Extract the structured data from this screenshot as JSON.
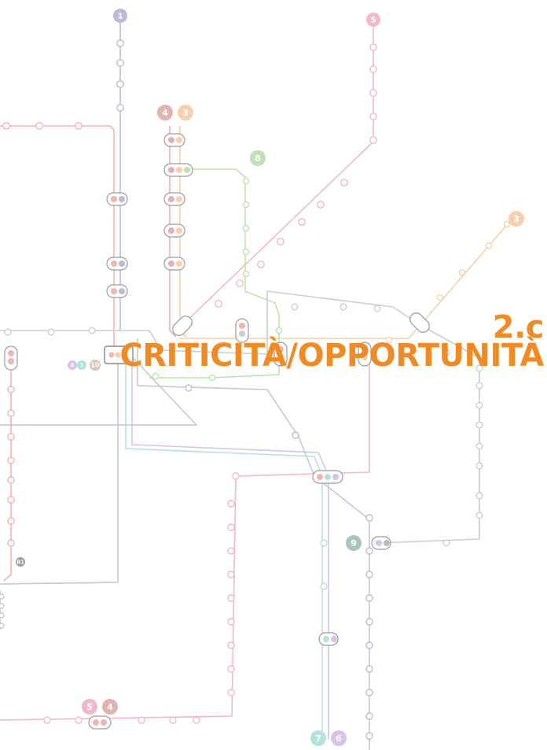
{
  "page": {
    "section_number": "2.c",
    "section_title": "CRITICITÀ/OPPORTUNITÀ"
  },
  "map": {
    "type": "transit-line-diagram",
    "colors": {
      "line1": "#b9bcd6",
      "line2": "#c9cfd0",
      "line3": "#f8cfae",
      "line4": "#e0b2b2",
      "line5": "#f0b8cc",
      "line6": "#d8c3e8",
      "line7": "#b5e2d8",
      "line8": "#bfe0b4",
      "line9": "#a9c6b4",
      "line10": "#d9c7b5",
      "red": "#f2b3b3",
      "grey": "#c8c8c8",
      "accent": "#f08a24"
    },
    "badges": [
      {
        "label": "1",
        "color": "#b9bcd6"
      },
      {
        "label": "5",
        "color": "#f0b8cc"
      },
      {
        "label": "4",
        "color": "#e0b2b2"
      },
      {
        "label": "3",
        "color": "#f8cfae"
      },
      {
        "label": "8",
        "color": "#bfe0b4"
      },
      {
        "label": "3",
        "color": "#f8cfae"
      },
      {
        "label": "6",
        "color": "#d8c3e8"
      },
      {
        "label": "7",
        "color": "#b5e2d8"
      },
      {
        "label": "10",
        "color": "#d9c7b5"
      },
      {
        "label": "B1",
        "color": "#a0a0a0"
      },
      {
        "label": "9",
        "color": "#a9c6b4"
      },
      {
        "label": "5",
        "color": "#f0b8cc"
      },
      {
        "label": "4",
        "color": "#e0b2b2"
      },
      {
        "label": "7",
        "color": "#b5e2d8"
      },
      {
        "label": "6",
        "color": "#d8c3e8"
      }
    ]
  }
}
